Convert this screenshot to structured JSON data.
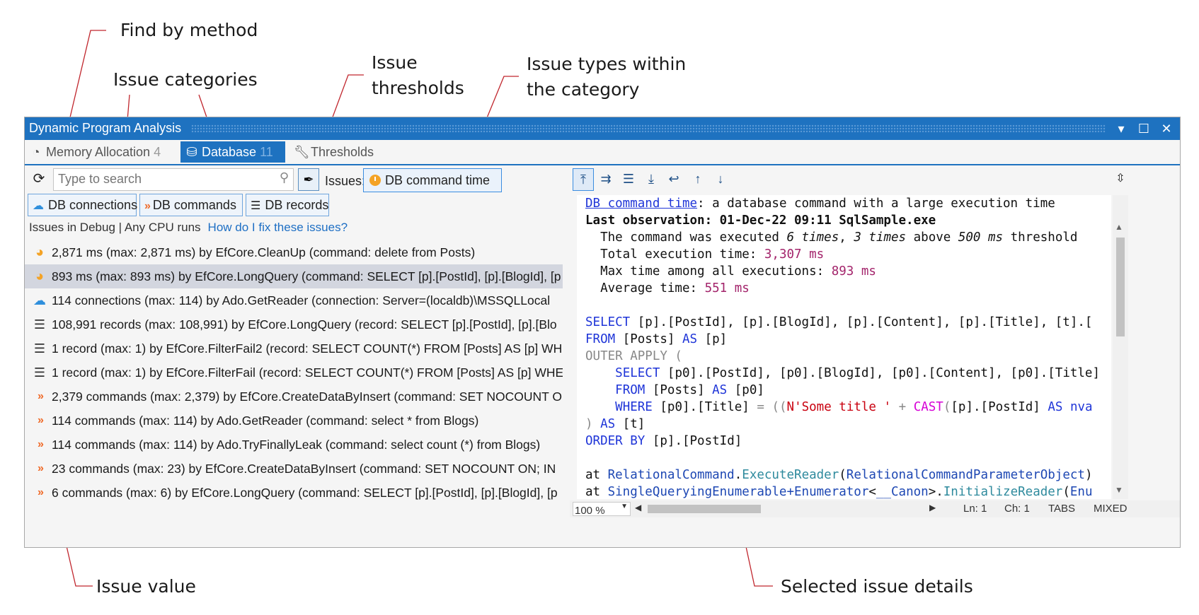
{
  "callouts": {
    "find_by_method": "Find by method",
    "issue_categories": "Issue categories",
    "issue_thresholds_1": "Issue",
    "issue_thresholds_2": "thresholds",
    "issue_types_1": "Issue types within",
    "issue_types_2": "the category",
    "issue_value": "Issue value",
    "selected_details": "Selected issue details"
  },
  "window": {
    "title": "Dynamic Program Analysis"
  },
  "tabs": [
    {
      "label": "Memory Allocation",
      "count": "4"
    },
    {
      "label": "Database",
      "count": "11"
    },
    {
      "label": "Thresholds",
      "count": ""
    }
  ],
  "toolbar": {
    "search_placeholder": "Type to search",
    "issues_label": "Issues:",
    "issue_type": "DB command time"
  },
  "categories": [
    "DB connections",
    "DB commands",
    "DB records"
  ],
  "runs": {
    "text": "Issues in Debug | Any CPU runs",
    "link": "How do I fix these issues?"
  },
  "issues": [
    {
      "icon": "clock-icon",
      "text": "2,871 ms (max: 2,871 ms) by EfCore.CleanUp (command: delete from Posts)"
    },
    {
      "icon": "clock-icon",
      "text": "893 ms (max: 893 ms) by EfCore.LongQuery (command: SELECT [p].[PostId], [p].[BlogId], [p"
    },
    {
      "icon": "cloud-icon",
      "text": "114 connections (max: 114) by Ado.GetReader (connection: Server=(localdb)\\MSSQLLocal"
    },
    {
      "icon": "records-icon",
      "text": "108,991 records (max: 108,991) by EfCore.LongQuery (record: SELECT [p].[PostId], [p].[Blo"
    },
    {
      "icon": "records-icon",
      "text": "1 record (max: 1) by EfCore.FilterFail2 (record: SELECT COUNT(*) FROM [Posts] AS [p] WH"
    },
    {
      "icon": "records-icon",
      "text": "1 record (max: 1) by EfCore.FilterFail (record: SELECT COUNT(*) FROM [Posts] AS [p] WHE"
    },
    {
      "icon": "commands-icon",
      "text": "2,379 commands (max: 2,379) by EfCore.CreateDataByInsert (command: SET NOCOUNT O"
    },
    {
      "icon": "commands-icon",
      "text": "114 commands (max: 114) by Ado.GetReader (command: select * from Blogs)"
    },
    {
      "icon": "commands-icon",
      "text": "114 commands (max: 114) by Ado.TryFinallyLeak (command: select count (*) from Blogs)"
    },
    {
      "icon": "commands-icon",
      "text": "23 commands (max: 23) by EfCore.CreateDataByInsert (command: SET NOCOUNT ON; IN"
    },
    {
      "icon": "commands-icon",
      "text": "6 commands (max: 6) by EfCore.LongQuery (command: SELECT [p].[PostId], [p].[BlogId], [p"
    }
  ],
  "details": {
    "type_link": "DB command time",
    "type_desc": ": a database command with a large execution time",
    "last_obs": "Last observation: 01-Dec-22 09:11 SqlSample.exe",
    "executed_pre": "The command was executed ",
    "executed_times": "6 times",
    "executed_mid": ", ",
    "above_times": "3 times",
    "above_mid": " above ",
    "threshold_val": "500 ms",
    "threshold_post": " threshold",
    "total_label": "Total execution time: ",
    "total_val": "3,307 ms",
    "max_label": "Max time among all executions: ",
    "max_val": "893 ms",
    "avg_label": "Average time: ",
    "avg_val": "551 ms"
  },
  "status": {
    "zoom": "100 %",
    "ln": "Ln: 1",
    "ch": "Ch: 1",
    "tabs": "TABS",
    "mixed": "MIXED"
  }
}
